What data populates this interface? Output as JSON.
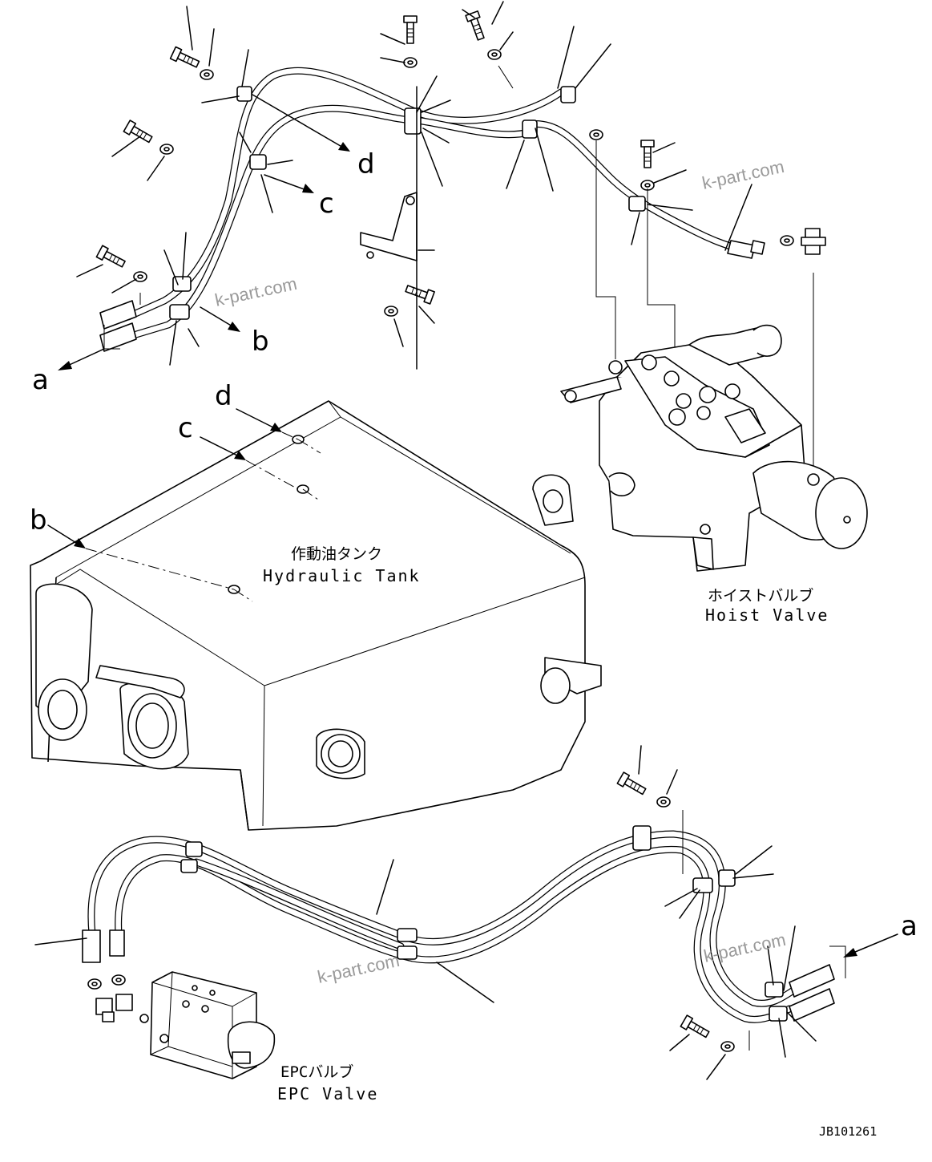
{
  "labels": {
    "tank_jp": "作動油タンク",
    "tank_en": "Hydraulic Tank",
    "hoist_jp": "ホイストバルブ",
    "hoist_en": "Hoist Valve",
    "epc_jp": "EPCバルブ",
    "epc_en": "EPC Valve"
  },
  "callouts": {
    "a_top": "a",
    "b_top": "b",
    "c_top": "c",
    "d_top": "d",
    "d_tank": "d",
    "c_tank": "c",
    "b_tank": "b",
    "a_bottom": "a"
  },
  "watermark": "k-part.com",
  "drawing_code": "JB101261"
}
